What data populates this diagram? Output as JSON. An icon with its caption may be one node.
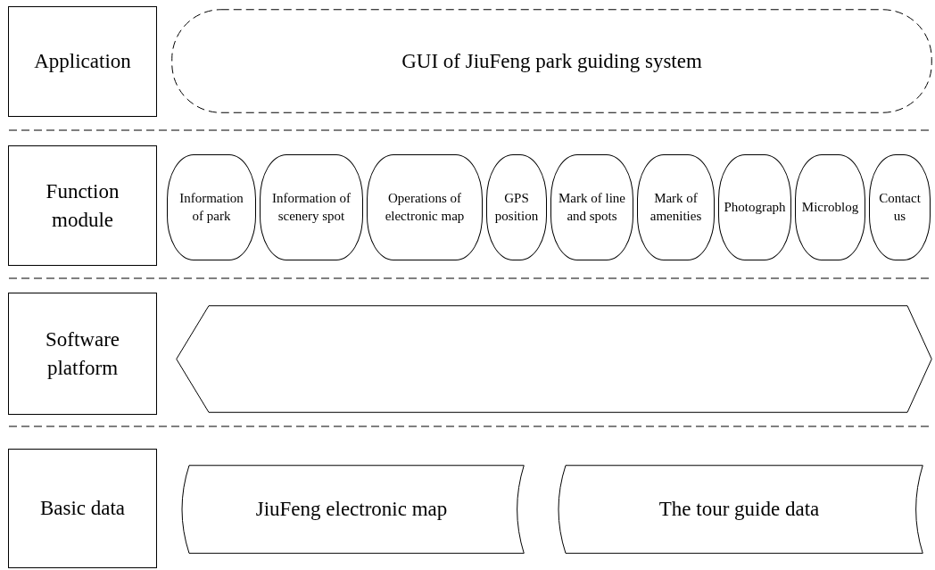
{
  "diagram": {
    "nodes": [
      {
        "text": [
          "Application"
        ]
      },
      {
        "text": [
          "GUI of JiuFeng park guiding system"
        ]
      },
      {
        "text": [
          "Function module"
        ]
      },
      {
        "text": [
          "Information of park"
        ]
      },
      {
        "text": [
          "Information of scenery spot"
        ]
      },
      {
        "text": [
          "Operations of electronic map"
        ]
      },
      {
        "text": [
          "GPS position"
        ]
      },
      {
        "text": [
          "Mark of line and spots"
        ]
      },
      {
        "text": [
          "Mark of amenities"
        ]
      },
      {
        "text": [
          "Photograph"
        ]
      },
      {
        "text": [
          "Microblog"
        ]
      },
      {
        "text": [
          "Contact us"
        ]
      },
      {
        "text": [
          "Software platform"
        ]
      },
      {
        "text": [],
        "shape": "hexagon"
      },
      {
        "text": [
          "Basic data"
        ]
      },
      {
        "text": [
          "JiuFeng electronic map"
        ]
      },
      {
        "text": [
          "The tour guide data"
        ]
      }
    ]
  }
}
